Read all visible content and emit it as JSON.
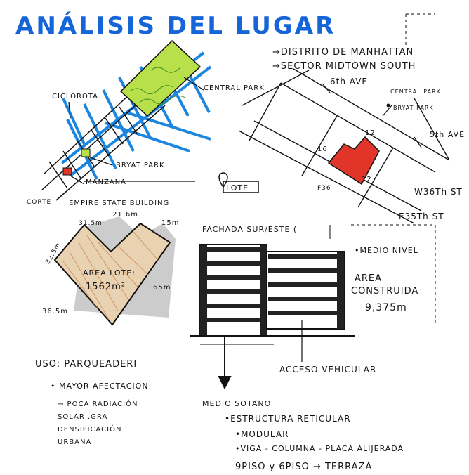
{
  "colors": {
    "title_blue": "#1565d8",
    "ink": "#111111",
    "street_blue": "#1a86e0",
    "park_green": "#b7e04a",
    "lot_red": "#e2352a",
    "lot_hatch": "#c98a4e",
    "shadow_grey": "#9a9a9a"
  },
  "title": "ANÁLISIS DEL LUGAR",
  "context_labels": {
    "district": "→DISTRITO DE MANHATTAN",
    "sector": "→SECTOR MIDTOWN SOUTH",
    "central_park": "CENTRAL PARK",
    "ciclorota": "CICLOROTA",
    "bryant_park": "BRYAT PARK",
    "manzana": "MANZANA",
    "empire_state": "EMPIRE STATE BUILDING",
    "corte": "CORTE",
    "lote": "LOTE"
  },
  "block_plan": {
    "ave_6": "6th AVE",
    "ave_5": "5th AVE",
    "legend_central_park": "CENTRAL PARK",
    "legend_bryant_park": "BRYAT PARK",
    "dim_16": "16",
    "dim_12a": "12",
    "dim_12b": "12",
    "f_36": "F36",
    "w36": "W36Th ST",
    "e35": "E35Th ST"
  },
  "lot_diagram": {
    "dim_31": "31.5m",
    "dim_21": "21.6m",
    "dim_15": "15m",
    "dim_32": "32.5m",
    "dim_65": "65m",
    "dim_36": "36.5m",
    "area_label": "AREA LOTE:",
    "area_value": "1562m²"
  },
  "facade": {
    "label": "FACHADA SUR/ESTE (",
    "medio_nivel": "•MEDIO NIVEL",
    "area_construida_1": "AREA",
    "area_construida_2": "CONSTRUIDA",
    "area_value": "9,375m",
    "acceso": "ACCESO VEHICULAR",
    "sotano": "MEDIO SOTANO"
  },
  "notes": {
    "uso": "USO: PARQUEADERI",
    "mayor": "• MAYOR AFECTACIÓN",
    "poca": "→ POCA RADIACIÓN",
    "solar": "SOLAR .GRA",
    "densificacion": "DENSIFICACIÓN",
    "urbana": "URBANA",
    "estructura": "•ESTRUCTURA RETICULAR",
    "modular": "•MODULAR",
    "viga": "•VIGA - COLUMNA - PLACA ALIJERADA",
    "pisos": "9PISO y 6PISO → TERRAZA"
  }
}
